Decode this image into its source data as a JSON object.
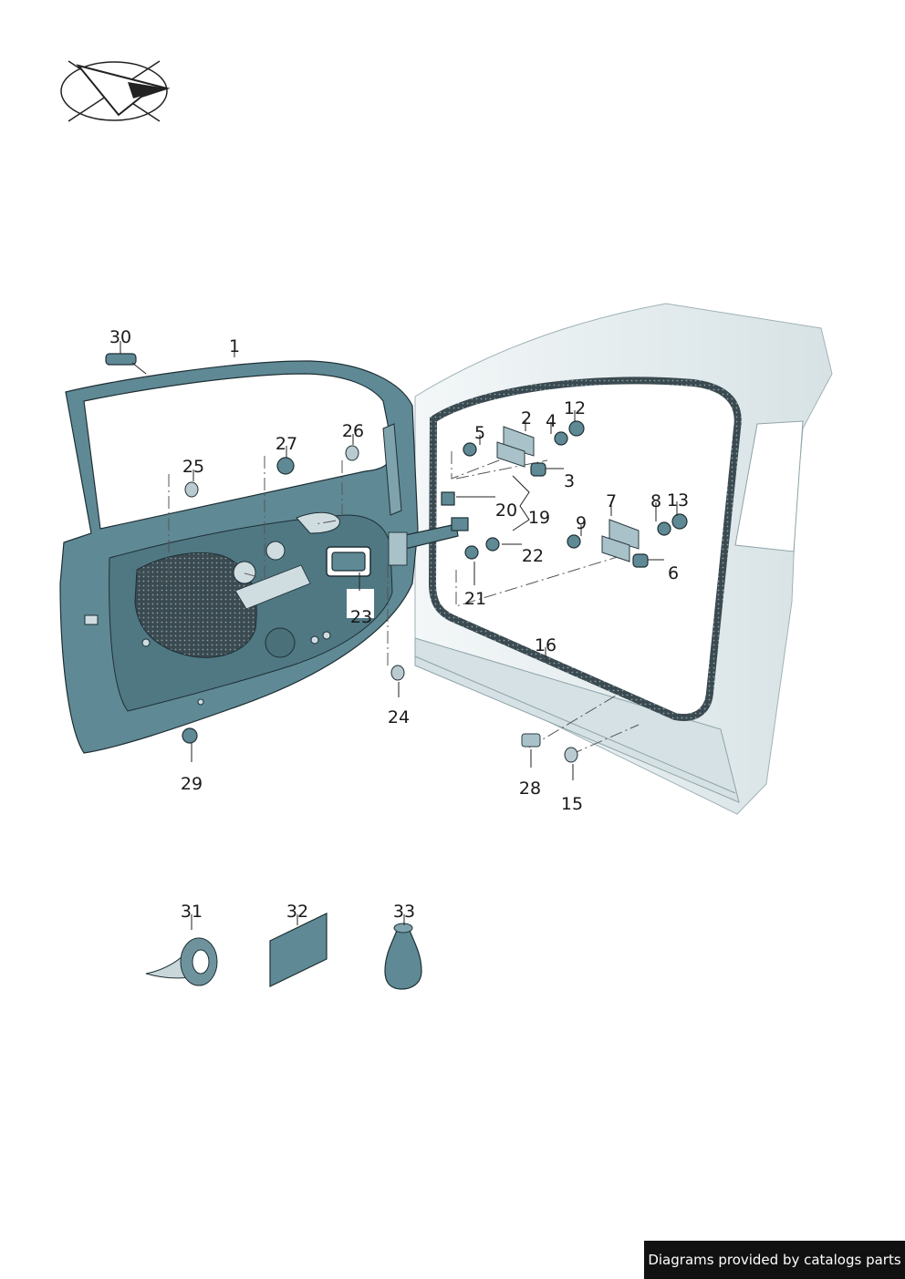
{
  "logo": {
    "icon": "paper-plane-logo-icon"
  },
  "callouts": [
    "1",
    "2",
    "3",
    "4",
    "5",
    "6",
    "7",
    "8",
    "9",
    "12",
    "13",
    "15",
    "16",
    "19",
    "20",
    "21",
    "22",
    "23",
    "24",
    "25",
    "26",
    "27",
    "28",
    "29",
    "30",
    "31",
    "32",
    "33"
  ],
  "colors": {
    "door_panel": "#5f8a95",
    "body_shell": "#e6eef0",
    "seal": "#2d3b40",
    "footer_bg": "#111111"
  },
  "footer": {
    "text": "Diagrams provided by catalogs parts"
  }
}
